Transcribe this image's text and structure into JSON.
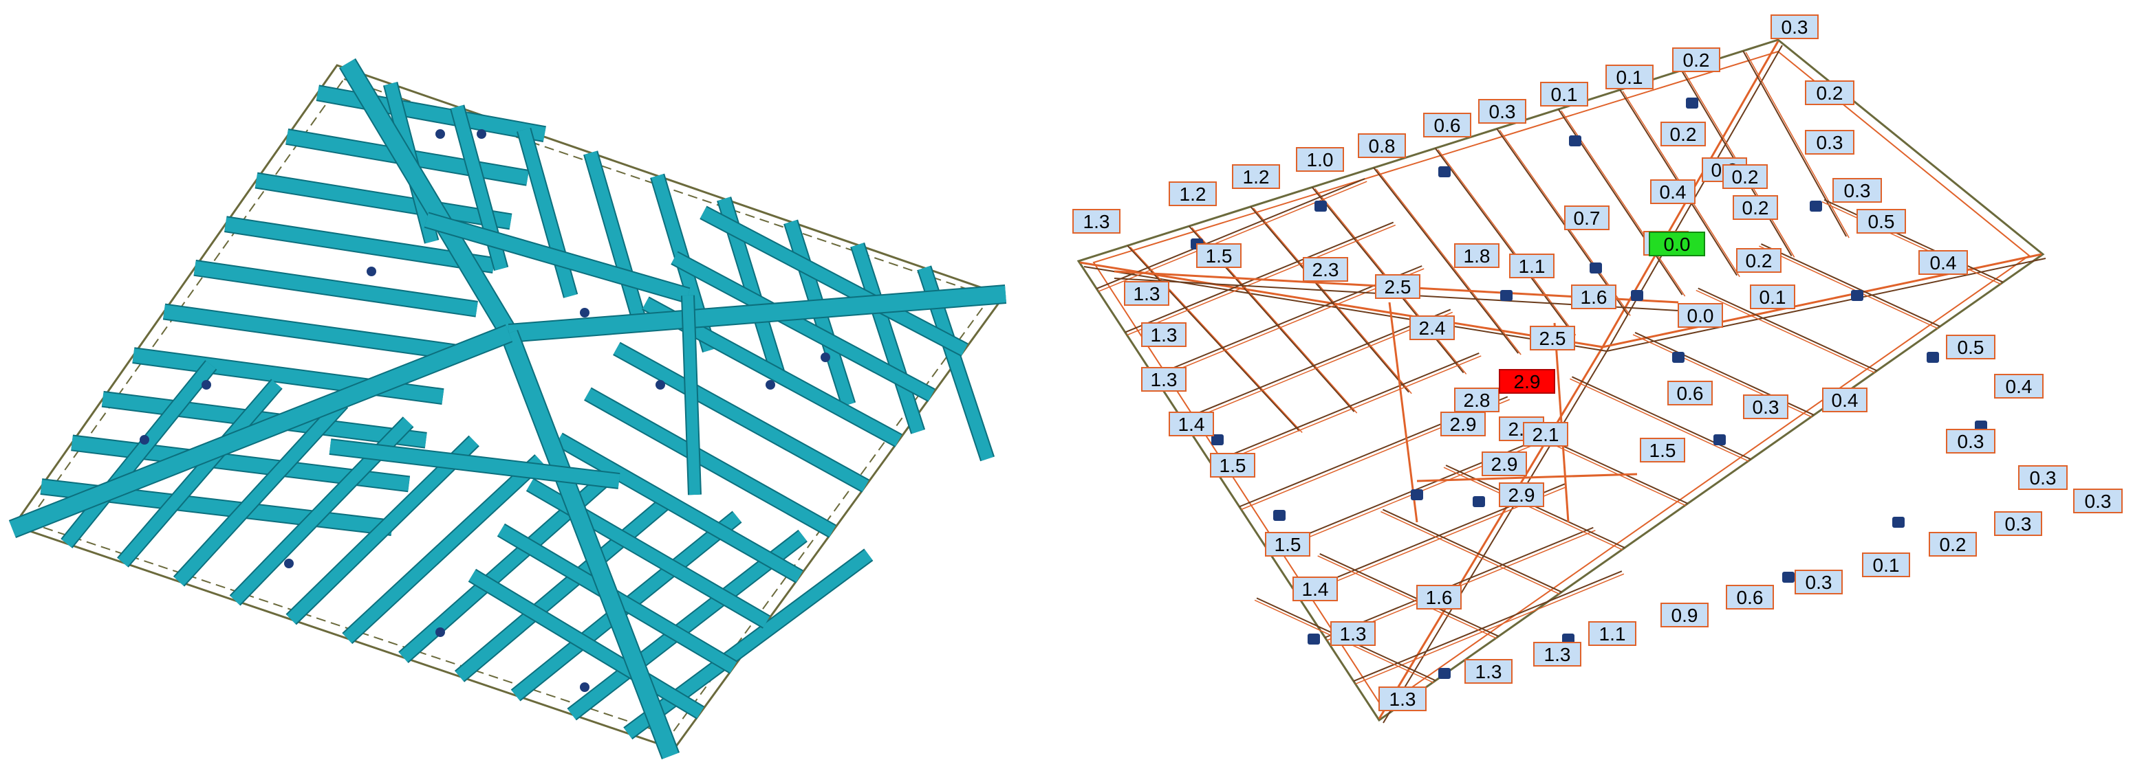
{
  "views": [
    {
      "id": "structural-model"
    },
    {
      "id": "deflection-model"
    }
  ],
  "colors": {
    "member": "#1ea7b8",
    "member_edge": "#0c6f7d",
    "outline": "#6b6a3c",
    "joint": "#1d3b7a",
    "deform_line": "#e0622a",
    "label_fill": "#c7def5",
    "label_border": "#e0622a",
    "max_fill": "#ff0000",
    "min_fill": "#22dd22"
  },
  "labels": {
    "top_row": [
      "0.3",
      "0.2",
      "0.1",
      "0.1",
      "0.3",
      "0.6",
      "0.8",
      "1.0",
      "1.2",
      "1.2",
      "1.3"
    ],
    "right_column": [
      "0.2",
      "0.3",
      "0.3",
      "0.5",
      "0.4",
      "0.5",
      "0.4",
      "0.3",
      "0.3",
      "0.3"
    ],
    "bottom_row": [
      "0.3",
      "0.2",
      "0.1",
      "0.3",
      "0.6",
      "0.9",
      "1.1",
      "1.3",
      "1.3",
      "1.3"
    ],
    "left_column": [
      "1.3",
      "1.5",
      "1.3",
      "1.3",
      "1.4",
      "1.5",
      "1.5",
      "1.4",
      "1.3"
    ],
    "interior": [
      "0.2",
      "0.3",
      "0.2",
      "0.4",
      "0.2",
      "0.7",
      "0.0",
      "0.2",
      "0.1",
      "0.0",
      "1.8",
      "1.1",
      "2.3",
      "2.5",
      "1.6",
      "2.4",
      "2.5",
      "0.6",
      "0.3",
      "0.4",
      "2.8",
      "2.9",
      "2.9",
      "2.1",
      "1.5",
      "2.9",
      "2.9",
      "1.6"
    ],
    "max_value": "2.9",
    "min_value": "0.0"
  }
}
